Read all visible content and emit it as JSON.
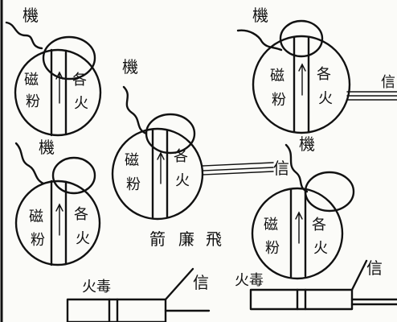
{
  "labels": {
    "ji": "機",
    "cifen": "磁粉",
    "gehuo": "各火",
    "xin": "信",
    "huodu": "火毒",
    "title": "飛廉箭"
  },
  "colors": {
    "ink": "#111111",
    "paper": "#fbfbf8"
  }
}
